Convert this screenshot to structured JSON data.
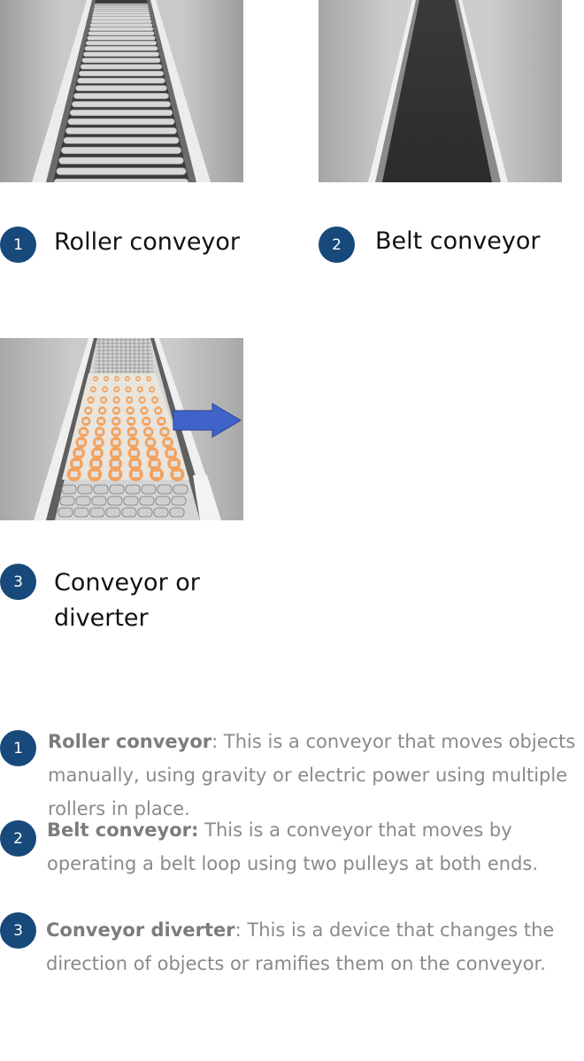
{
  "items": [
    {
      "num": "1",
      "caption": "Roller conveyor",
      "image_icon": "roller-conveyor-image"
    },
    {
      "num": "2",
      "caption": "Belt conveyor",
      "image_icon": "belt-conveyor-image"
    },
    {
      "num": "3",
      "caption_line1": "Conveyor or",
      "caption_line2": "diverter",
      "image_icon": "conveyor-diverter-image"
    }
  ],
  "descriptions": [
    {
      "num": "1",
      "term": "Roller conveyor",
      "sep": ":",
      "line1": " This is a conveyor that moves objects",
      "line2": "manually, using gravity or electric power using multiple",
      "line3": "rollers in place."
    },
    {
      "num": "2",
      "term": "Belt conveyor:",
      "line1": " This is a conveyor that moves by",
      "line2": "operating a belt loop using two pulleys at both ends."
    },
    {
      "num": "3",
      "term": "Conveyor diverter",
      "sep": ":",
      "line1": " This is a device that changes the",
      "line2": "direction of objects or ramifies them on the conveyor."
    }
  ],
  "colors": {
    "badge": "#17497a",
    "arrow": "#3f63c9",
    "package": "#f2a25e"
  }
}
